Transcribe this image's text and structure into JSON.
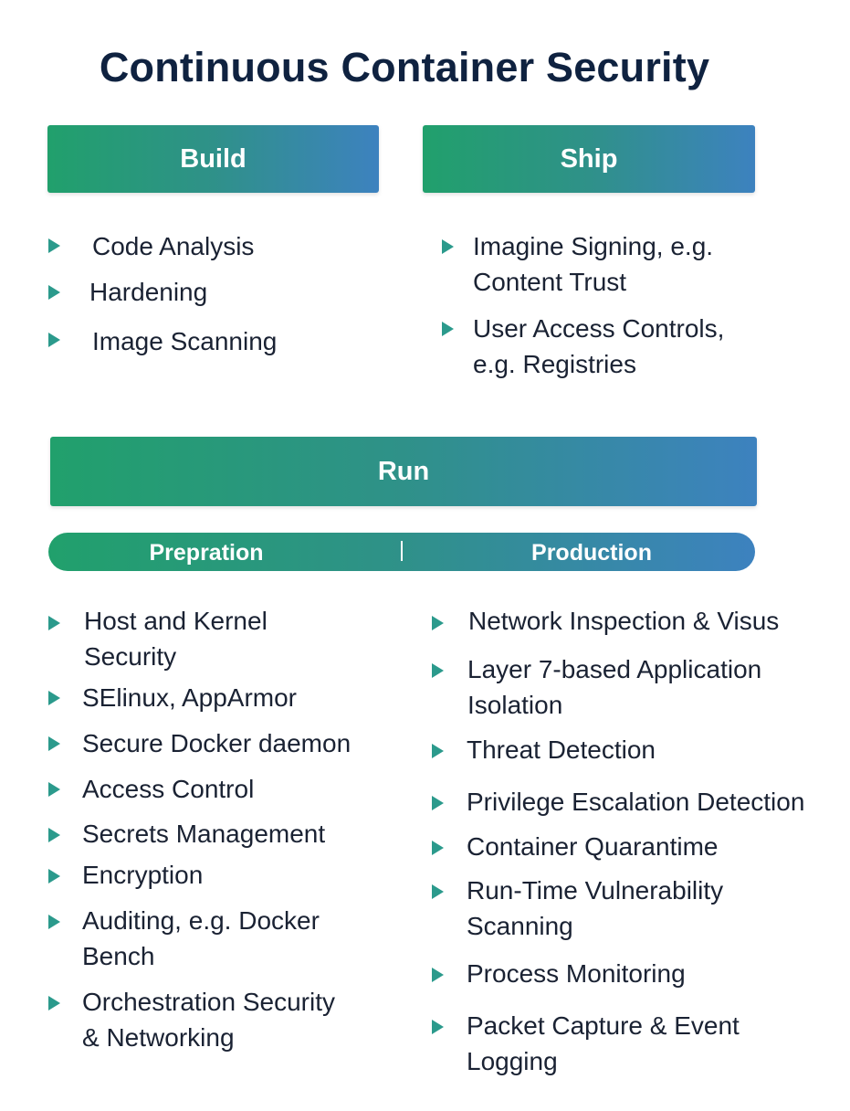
{
  "title": "Continuous Container Security",
  "build": {
    "label": "Build",
    "items": [
      "Code Analysis",
      "Hardening",
      "Image Scanning"
    ]
  },
  "ship": {
    "label": "Ship",
    "items": [
      [
        "Imagine Signing, e.g.",
        "Content Trust"
      ],
      [
        "User Access Controls,",
        "e.g. Registries"
      ]
    ]
  },
  "run": {
    "label": "Run",
    "preparation_label": "Prepration",
    "production_label": "Production",
    "preparation_items": [
      [
        "Host and Kernel",
        "Security"
      ],
      [
        "SElinux, AppArmor"
      ],
      [
        "Secure Docker daemon"
      ],
      [
        "Access Control"
      ],
      [
        "Secrets Management"
      ],
      [
        "Encryption"
      ],
      [
        "Auditing, e.g. Docker",
        "Bench"
      ],
      [
        "Orchestration Security",
        "& Networking"
      ]
    ],
    "production_items": [
      [
        "Network Inspection & Visus"
      ],
      [
        "Layer 7-based Application",
        "Isolation"
      ],
      [
        "Threat Detection"
      ],
      [
        "Privilege Escalation Detection"
      ],
      [
        "Container Quarantime"
      ],
      [
        "Run-Time Vulnerability",
        "Scanning"
      ],
      [
        "Process Monitoring"
      ],
      [
        "Packet Capture & Event",
        "Logging"
      ]
    ]
  },
  "colors": {
    "gradient_start": "#21a06c",
    "gradient_end": "#3d82bf",
    "bullet": "#2b9a8c",
    "title": "#0f2240"
  },
  "icons": {
    "bullet": "triangle-bullet-icon"
  }
}
